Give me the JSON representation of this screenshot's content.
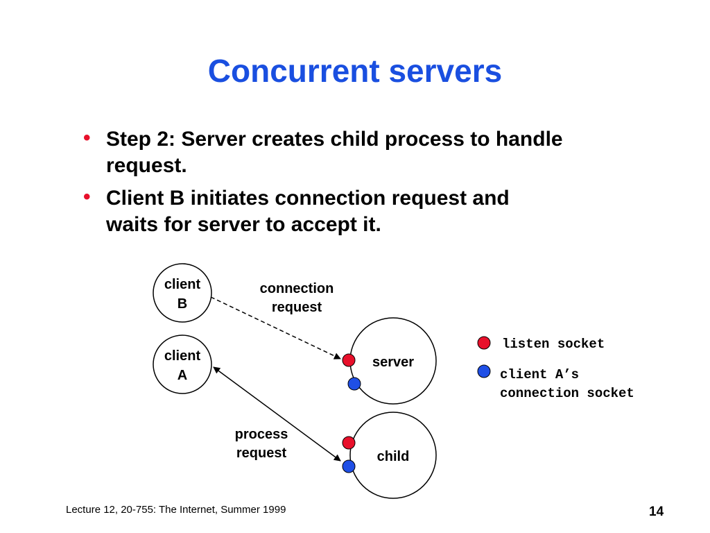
{
  "slide": {
    "title": "Concurrent servers",
    "bullets": [
      {
        "line1": "Step 2: Server creates child process to handle",
        "line2": "request."
      },
      {
        "line1": "Client B initiates connection request and",
        "line2": "waits for server to accept it."
      }
    ],
    "bullet_symbol": "•",
    "footer": "Lecture 12, 20-755: The Internet, Summer 1999",
    "page_number": "14"
  },
  "diagram": {
    "client_b": {
      "line1": "client",
      "line2": "B"
    },
    "client_a": {
      "line1": "client",
      "line2": "A"
    },
    "server_label": "server",
    "child_label": "child",
    "connection_request": {
      "line1": "connection",
      "line2": "request"
    },
    "process_request": {
      "line1": "process",
      "line2": "request"
    }
  },
  "legend": {
    "listen_socket": "listen socket",
    "client_socket_line1": "client A’s",
    "client_socket_line2": "connection socket"
  },
  "colors": {
    "title": "#1a4fe0",
    "bullet": "#e8102b",
    "listen_socket": "#e8102b",
    "connection_socket": "#1f4fe6"
  }
}
